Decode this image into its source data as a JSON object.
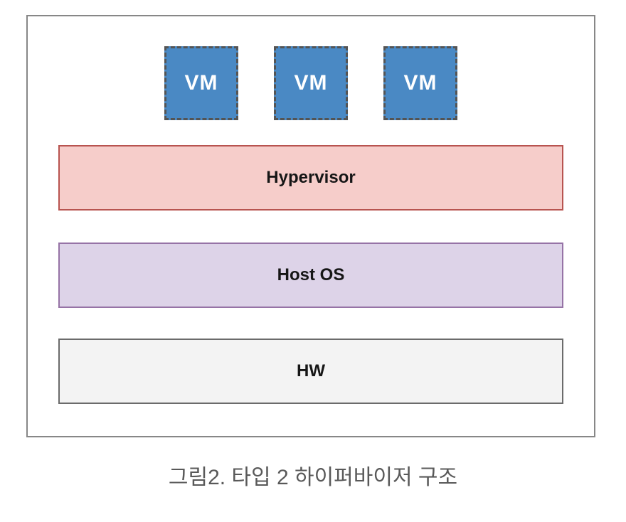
{
  "diagram": {
    "title_semantic": "Type 2 hypervisor architecture diagram",
    "vms": [
      {
        "label": "VM"
      },
      {
        "label": "VM"
      },
      {
        "label": "VM"
      }
    ],
    "vm_style": {
      "fill": "#4a89c4",
      "border": "#545454",
      "text_color": "#ffffff"
    },
    "layers": [
      {
        "id": "hypervisor",
        "label": "Hypervisor",
        "fill": "#f6cdca",
        "border": "#b85450"
      },
      {
        "id": "host-os",
        "label": "Host OS",
        "fill": "#ddd3e8",
        "border": "#9673a6"
      },
      {
        "id": "hw",
        "label": "HW",
        "fill": "#f3f3f3",
        "border": "#6b6b6b"
      }
    ],
    "frame_border_color": "#878787"
  },
  "caption": {
    "text": "그림2. 타입 2 하이퍼바이저 구조",
    "color": "#595959"
  }
}
